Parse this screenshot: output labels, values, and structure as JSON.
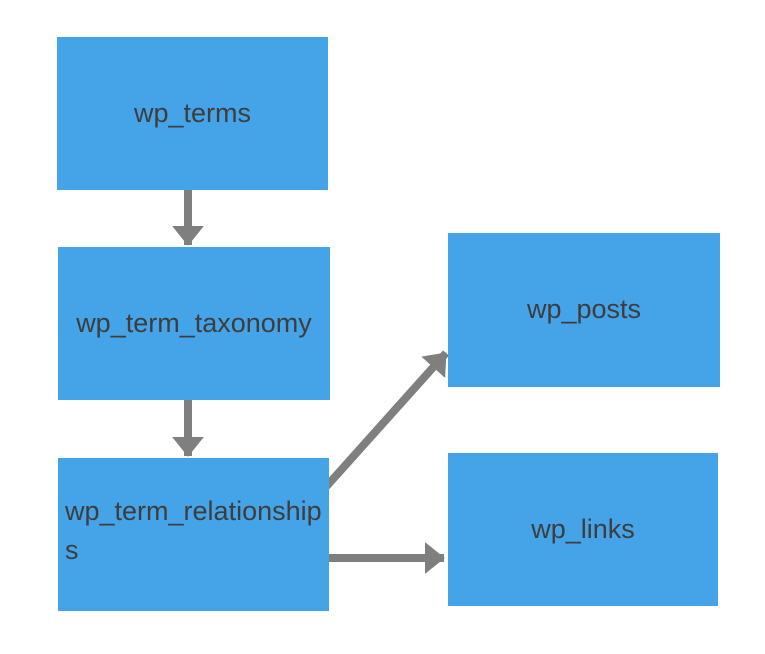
{
  "diagram": {
    "type": "entity-relationship-flow",
    "nodes": [
      {
        "id": "wp_terms",
        "label": "wp_terms"
      },
      {
        "id": "wp_term_taxonomy",
        "label": "wp_term_taxonomy"
      },
      {
        "id": "wp_term_relationships",
        "label": "wp_term_relationships"
      },
      {
        "id": "wp_posts",
        "label": "wp_posts"
      },
      {
        "id": "wp_links",
        "label": "wp_links"
      }
    ],
    "edges": [
      {
        "from": "wp_terms",
        "to": "wp_term_taxonomy",
        "direction": "down"
      },
      {
        "from": "wp_term_taxonomy",
        "to": "wp_term_relationships",
        "direction": "down"
      },
      {
        "from": "wp_term_relationships",
        "to": "wp_posts",
        "direction": "up-right"
      },
      {
        "from": "wp_term_relationships",
        "to": "wp_links",
        "direction": "right"
      }
    ],
    "colors": {
      "node_fill": "#45a4e8",
      "arrow": "#7f7f7f",
      "text": "#3d3d3d",
      "background": "#ffffff"
    }
  }
}
